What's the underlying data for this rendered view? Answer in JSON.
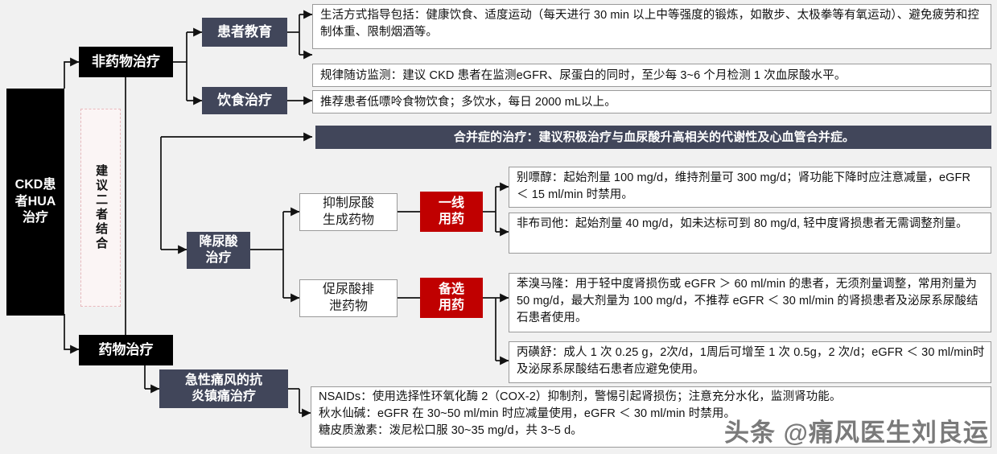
{
  "diagram": {
    "title": "CKD患者HUA治疗",
    "watermark": "头条 @痛风医生刘良运",
    "colors": {
      "root": "#000000",
      "navy": "#41465A",
      "red": "#C00000",
      "white_box_border": "#9A9A9A",
      "dashed_pink": "#E8B9BD",
      "background": "#F1F1F1"
    }
  },
  "nodes": {
    "root": "CKD患\n者HUA\n治疗",
    "root_line1": "CKD患",
    "root_line2": "者HUA",
    "root_line3": "治疗",
    "dashed_note": "建议二者结合",
    "non_drug": "非药物治疗",
    "drug": "药物治疗",
    "patient_education": "患者教育",
    "diet_therapy": "饮食治疗",
    "urate_lowering": "降尿酸\n治疗",
    "urate_lowering_l1": "降尿酸",
    "urate_lowering_l2": "治疗",
    "acute_gout": "急性痛风的抗\n炎镇痛治疗",
    "acute_gout_l1": "急性痛风的抗",
    "acute_gout_l2": "炎镇痛治疗",
    "inhibit_production": "抑制尿酸\n生成药物",
    "inhibit_production_l1": "抑制尿酸",
    "inhibit_production_l2": "生成药物",
    "promote_excretion": "促尿酸排\n泄药物",
    "promote_excretion_l1": "促尿酸排",
    "promote_excretion_l2": "泄药物",
    "first_line": "一线\n用药",
    "first_line_l1": "一线",
    "first_line_l2": "用药",
    "alternative": "备选\n用药",
    "alternative_l1": "备选",
    "alternative_l2": "用药"
  },
  "content_boxes": {
    "lifestyle": "生活方式指导包括：健康饮食、适度运动（每天进行 30 min 以上中等强度的锻炼，如散步、太极拳等有氧运动）、避免疲劳和控制体重、限制烟酒等。",
    "followup": "规律随访监测：建议 CKD 患者在监测eGFR、尿蛋白的同时，至少每 3~6 个月检测 1 次血尿酸水平。",
    "diet": "推荐患者低嘌呤食物饮食；多饮水，每日 2000 mL以上。",
    "comorbidity": "合并症的治疗：建议积极治疗与血尿酸升高相关的代谢性及心血管合并症。",
    "allopurinol": "别嘌醇：起始剂量 100 mg/d，维持剂量可 300 mg/d；肾功能下降时应注意减量，eGFR ＜ 15 ml/min 时禁用。",
    "febuxostat": "非布司他：起始剂量 40  mg/d，如未达标可到 80 mg/d, 轻中度肾损患者无需调整剂量。",
    "benzbromarone": "苯溴马隆：用于轻中度肾损伤或 eGFR ＞ 60 ml/min 的患者，无须剂量调整，常用剂量为 50 mg/d，最大剂量为 100 mg/d，不推荐 eGFR ＜ 30 ml/min 的肾损患者及泌尿系尿酸结石患者使用。",
    "probenecid": "丙磺舒：成人 1 次 0.25 g，2次/d，1周后可增至 1 次 0.5g，2 次/d；eGFR ＜ 30 ml/min时及泌尿系尿酸结石患者应避免使用。",
    "analgesia_line1": "NSAIDs：使用选择性环氧化酶 2（COX-2）抑制剂，警惕引起肾损伤；注意充分水化，监测肾功能。",
    "analgesia_line2": "秋水仙碱：eGFR 在 30~50 ml/min 时应减量使用，eGFR ＜ 30 ml/min 时禁用。",
    "analgesia_line3": "糖皮质激素：泼尼松口服 30~35 mg/d，共 3~5 d。"
  }
}
